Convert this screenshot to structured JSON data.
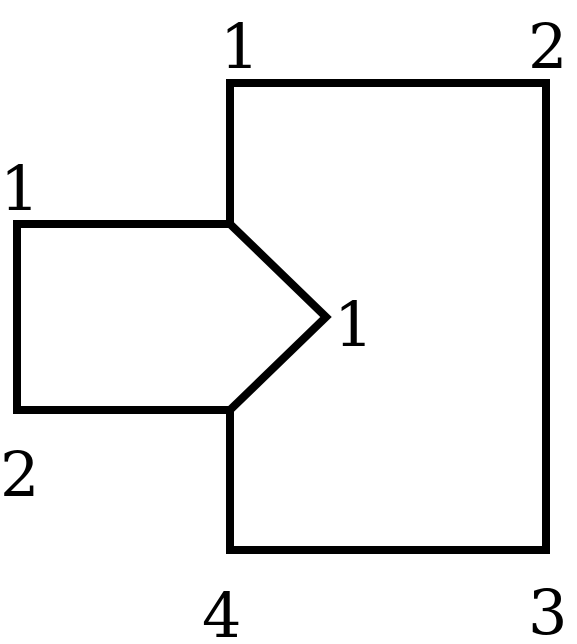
{
  "labels": {
    "top_left": "1",
    "top_right": "2",
    "left_top": "1",
    "notch_tip": "1",
    "left_bottom": "2",
    "bottom_left": "4",
    "bottom_right": "3"
  },
  "colors": {
    "stroke": "#000000",
    "background": "#ffffff"
  }
}
